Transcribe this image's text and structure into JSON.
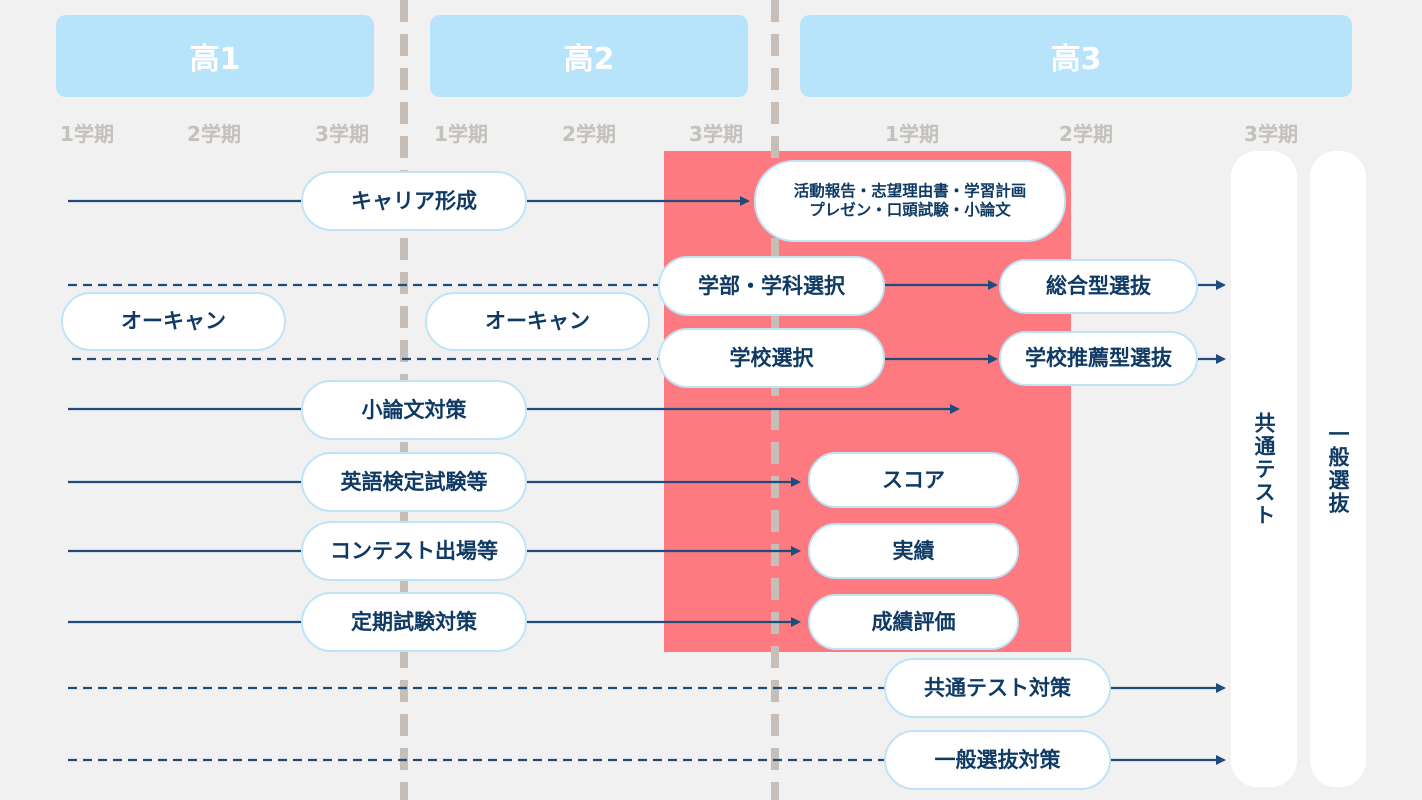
{
  "grades": [
    "高1",
    "高2",
    "高3"
  ],
  "terms": {
    "g1": [
      "1学期",
      "2学期",
      "3学期"
    ],
    "g2": [
      "1学期",
      "2学期",
      "3学期"
    ],
    "g3": [
      "1学期",
      "2学期",
      "3学期"
    ]
  },
  "pills": {
    "career": "キャリア形成",
    "activities_line1": "活動報告・志望理由書・学習計画",
    "activities_line2": "プレゼン・口頭試験・小論文",
    "faculty": "学部・学科選択",
    "comprehensive": "総合型選抜",
    "opencampus1": "オーキャン",
    "opencampus2": "オーキャン",
    "school": "学校選択",
    "recommendation": "学校推薦型選抜",
    "essay": "小論文対策",
    "english": "英語検定試験等",
    "score": "スコア",
    "contest": "コンテスト出場等",
    "results": "実績",
    "periodic": "定期試験対策",
    "grades_eval": "成績評価",
    "common_prep": "共通テスト対策",
    "general_prep": "一般選抜対策"
  },
  "final_columns": {
    "common_test": "共通テスト",
    "general": "一般選抜"
  },
  "colors": {
    "header": "#b7e4fb",
    "highlight": "#fd7b80",
    "line": "#1e4d7d",
    "divider": "#c6beb7",
    "pill_border": "#bfe3f7"
  }
}
